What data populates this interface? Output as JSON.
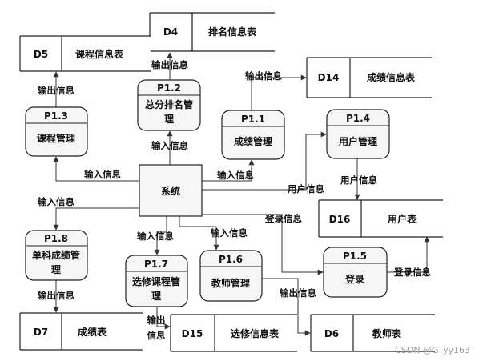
{
  "diagram": {
    "system": {
      "label": "系统"
    },
    "processes": [
      {
        "id": "P1.2",
        "name_lines": [
          "总分排名管",
          "理"
        ]
      },
      {
        "id": "P1.3",
        "name_lines": [
          "课程管理"
        ]
      },
      {
        "id": "P1.1",
        "name_lines": [
          "成绩管理"
        ]
      },
      {
        "id": "P1.4",
        "name_lines": [
          "用户管理"
        ]
      },
      {
        "id": "P1.8",
        "name_lines": [
          "单科成绩管",
          "理"
        ]
      },
      {
        "id": "P1.7",
        "name_lines": [
          "选修课程管",
          "理"
        ]
      },
      {
        "id": "P1.6",
        "name_lines": [
          "教师管理"
        ]
      },
      {
        "id": "P1.5",
        "name_lines": [
          "登录"
        ]
      }
    ],
    "data_stores": [
      {
        "id": "D4",
        "name": "排名信息表"
      },
      {
        "id": "D5",
        "name": "课程信息表"
      },
      {
        "id": "D14",
        "name": "成绩信息表"
      },
      {
        "id": "D16",
        "name": "用户表"
      },
      {
        "id": "D7",
        "name": "成绩表"
      },
      {
        "id": "D15",
        "name": "选修信息表"
      },
      {
        "id": "D6",
        "name": "教师表"
      }
    ],
    "edge_labels": [
      {
        "key": "p12_d4",
        "lines": [
          "输出信息"
        ]
      },
      {
        "key": "p13_d5",
        "lines": [
          "输出信息"
        ]
      },
      {
        "key": "sys_p12",
        "lines": [
          "输入信息"
        ]
      },
      {
        "key": "p11_d14",
        "lines": [
          "输出信息"
        ]
      },
      {
        "key": "sys_p13",
        "lines": [
          "输入信息"
        ]
      },
      {
        "key": "sys_p11",
        "lines": [
          "输入信息"
        ]
      },
      {
        "key": "p14_d16",
        "lines": [
          "用户信息"
        ]
      },
      {
        "key": "sys_p14",
        "lines": [
          "用户信息"
        ]
      },
      {
        "key": "sys_p18",
        "lines": [
          "输入信息"
        ]
      },
      {
        "key": "sys_p15",
        "lines": [
          "登录信息"
        ]
      },
      {
        "key": "sys_p17",
        "lines": [
          "输入信息"
        ]
      },
      {
        "key": "sys_p16",
        "lines": [
          "输入信息"
        ]
      },
      {
        "key": "p15_d16",
        "lines": [
          "登录信息"
        ]
      },
      {
        "key": "p18_d7",
        "lines": [
          "输出信息"
        ]
      },
      {
        "key": "p16_d6",
        "lines": [
          "输出信息"
        ]
      },
      {
        "key": "p17_d15",
        "lines": [
          "输出",
          "信息"
        ]
      }
    ],
    "watermark": "CSDN @G_yy163"
  }
}
